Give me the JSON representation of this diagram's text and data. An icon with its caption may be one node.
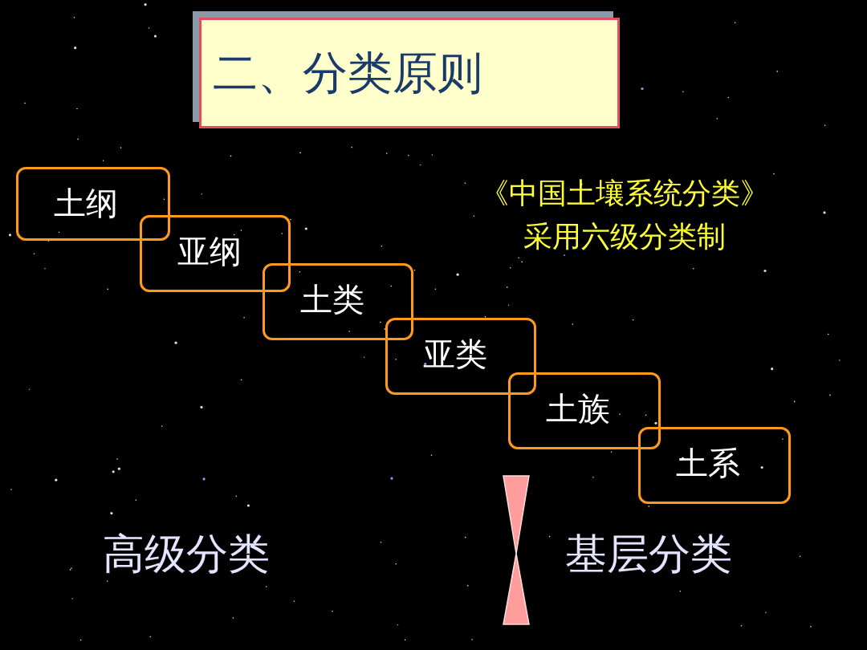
{
  "diagram": {
    "title": "二、分类原则",
    "nodes": [
      {
        "text": [
          "土纲"
        ]
      },
      {
        "text": [
          "亚纲"
        ]
      },
      {
        "text": [
          "土类"
        ]
      },
      {
        "text": [
          "亚类"
        ]
      },
      {
        "text": [
          "土族"
        ]
      },
      {
        "text": [
          "土系"
        ]
      }
    ],
    "labels": [
      "《中国土壤系统分类》采用六级分类制",
      "高级分类",
      "基层分类"
    ]
  }
}
